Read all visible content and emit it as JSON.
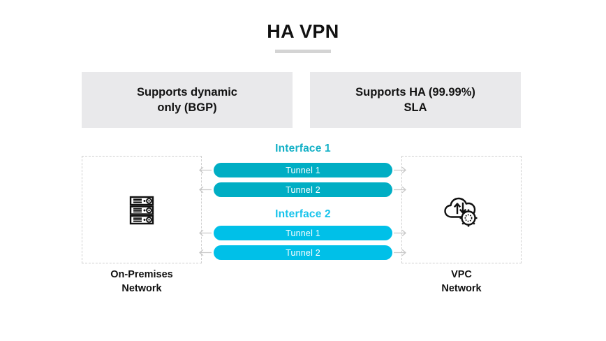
{
  "diagram": {
    "title": "HA VPN"
  },
  "features": [
    {
      "id": "dynamic-bgp",
      "text": "Supports dynamic\nonly (BGP)"
    },
    {
      "id": "ha-sla",
      "text": "Supports HA (99.99%)\nSLA"
    }
  ],
  "networks": {
    "left": {
      "label": "On-Premises\nNetwork",
      "icon": "server-rack-icon"
    },
    "right": {
      "label": "VPC\nNetwork",
      "icon": "cloud-sync-gear-icon"
    }
  },
  "interfaces": [
    {
      "name": "Interface 1",
      "color": "#00aec4",
      "tunnels": [
        {
          "label": "Tunnel 1"
        },
        {
          "label": "Tunnel 2"
        }
      ]
    },
    {
      "name": "Interface 2",
      "color": "#00c0e8",
      "tunnels": [
        {
          "label": "Tunnel 1"
        },
        {
          "label": "Tunnel 2"
        }
      ]
    }
  ],
  "colors": {
    "background": "#ffffff",
    "card_background": "#e9e9eb",
    "title_underline": "#d4d4d4",
    "dashed_border": "#cfcfcf",
    "arrow": "#c9c9c9",
    "interface_1": "#12b0c6",
    "interface_2": "#16c3eb",
    "text": "#111111"
  }
}
